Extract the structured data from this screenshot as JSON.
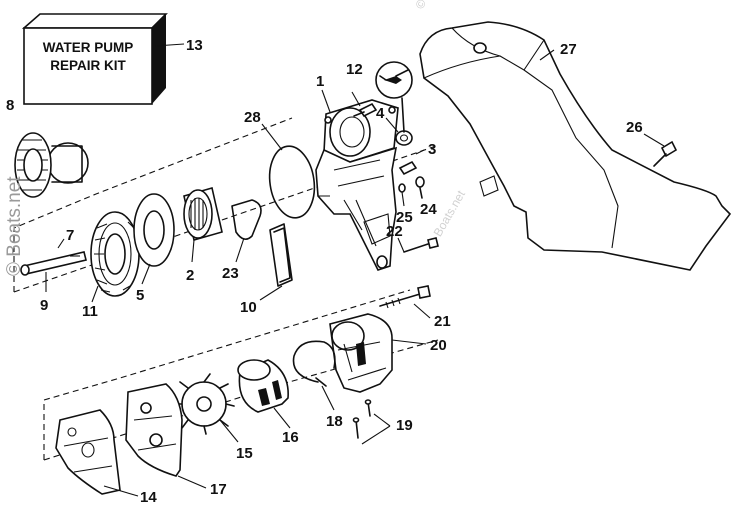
{
  "kit_box": {
    "line1": "WATER PUMP",
    "line2": "REPAIR KIT"
  },
  "watermark": {
    "main": "© Boats.net",
    "faint": "© Boats.net"
  },
  "callouts": {
    "c1": "1",
    "c2": "2",
    "c3": "3",
    "c4": "4",
    "c5": "5",
    "c7": "7",
    "c8": "8",
    "c9": "9",
    "c10": "10",
    "c11": "11",
    "c12": "12",
    "c13": "13",
    "c14": "14",
    "c15": "15",
    "c16": "16",
    "c17": "17",
    "c18": "18",
    "c19": "19",
    "c20": "20",
    "c21": "21",
    "c22": "22",
    "c23": "23",
    "c24": "24",
    "c25": "25",
    "c26": "26",
    "c27": "27",
    "c28": "28"
  },
  "icons": {
    "lubricant": "oil-can-icon"
  }
}
